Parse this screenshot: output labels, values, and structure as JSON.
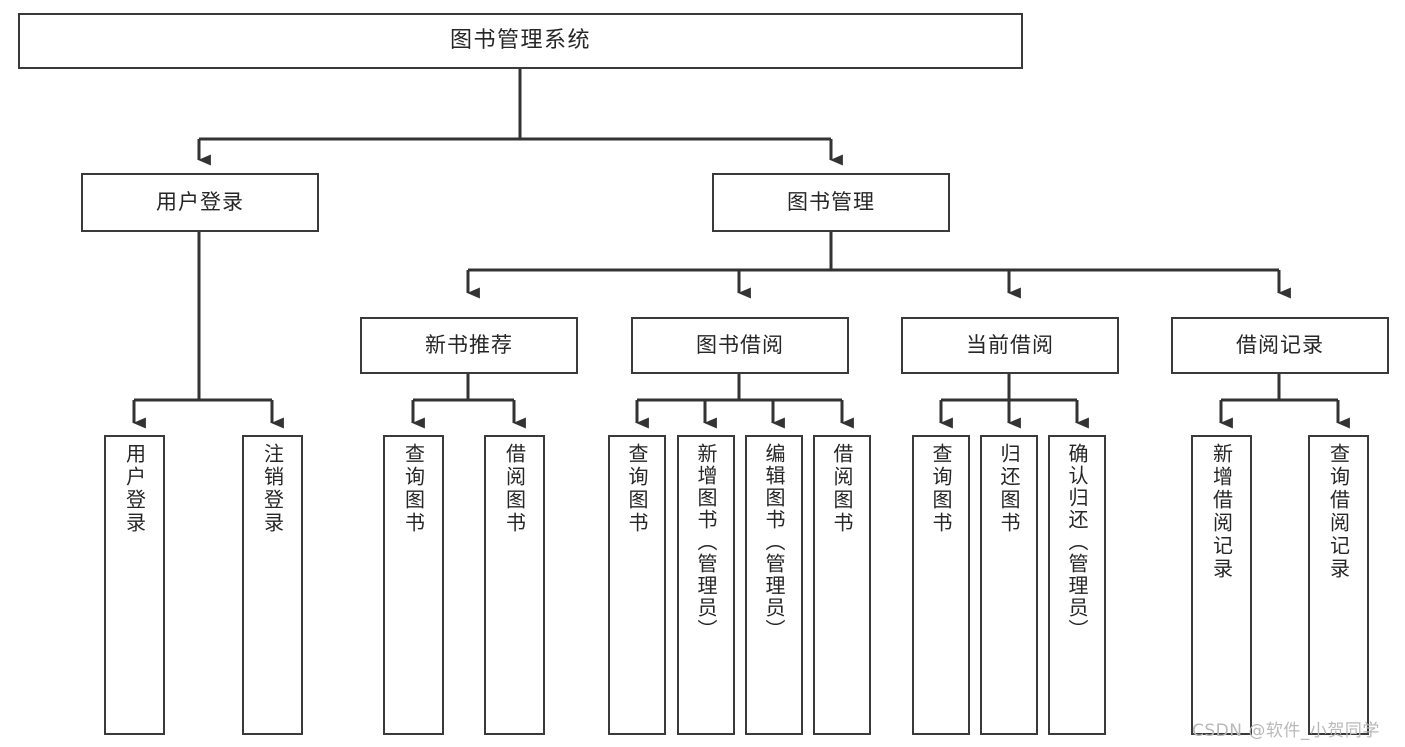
{
  "diagram": {
    "title": "图书管理系统",
    "type": "tree-hierarchy-chart",
    "orientation": "top-down",
    "colors": {
      "background": "#ffffff",
      "node_border": "#3a3a3a",
      "node_fill": "#ffffff",
      "text": "#262626",
      "edge": "#333333",
      "watermark": "#b9b9b9"
    }
  },
  "watermark": {
    "text": "CSDN @软件_小贺同学"
  },
  "nodes": {
    "root": {
      "label": "图书管理系统"
    },
    "level1": [
      {
        "id": "user-login",
        "label": "用户登录"
      },
      {
        "id": "book-manage",
        "label": "图书管理"
      }
    ],
    "level2": [
      {
        "id": "new-book-recommend",
        "label": "新书推荐"
      },
      {
        "id": "book-borrow",
        "label": "图书借阅"
      },
      {
        "id": "current-borrow",
        "label": "当前借阅"
      },
      {
        "id": "borrow-record",
        "label": "借阅记录"
      }
    ],
    "leaves": {
      "user-login": [
        {
          "id": "leaf-user-login",
          "label": "用户登录"
        },
        {
          "id": "leaf-logout-login",
          "label": "注销登录"
        }
      ],
      "new-book-recommend": [
        {
          "id": "leaf-query-book-1",
          "label": "查询图书"
        },
        {
          "id": "leaf-borrow-book-1",
          "label": "借阅图书"
        }
      ],
      "book-borrow": [
        {
          "id": "leaf-query-book-2",
          "label": "查询图书"
        },
        {
          "id": "leaf-add-book",
          "label": "新增图书（管理员）"
        },
        {
          "id": "leaf-edit-book",
          "label": "编辑图书（管理员）"
        },
        {
          "id": "leaf-borrow-book-2",
          "label": "借阅图书"
        }
      ],
      "current-borrow": [
        {
          "id": "leaf-query-book-3",
          "label": "查询图书"
        },
        {
          "id": "leaf-return-book",
          "label": "归还图书"
        },
        {
          "id": "leaf-confirm-return",
          "label": "确认归还（管理员）"
        }
      ],
      "borrow-record": [
        {
          "id": "leaf-add-record",
          "label": "新增借阅记录"
        },
        {
          "id": "leaf-query-record",
          "label": "查询借阅记录"
        }
      ]
    }
  }
}
